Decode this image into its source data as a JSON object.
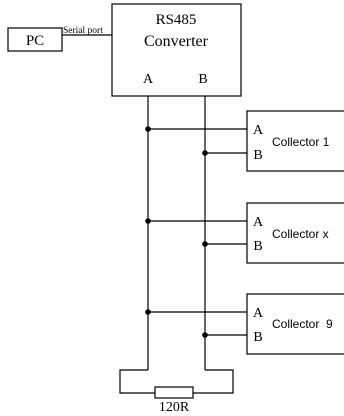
{
  "pc": {
    "label": "PC"
  },
  "serial_link": {
    "label": "Serial port"
  },
  "converter": {
    "title": "RS485",
    "subtitle": "Converter",
    "pin_a": "A",
    "pin_b": "B"
  },
  "collectors": [
    {
      "name": "Collector 1",
      "pin_a": "A",
      "pin_b": "B"
    },
    {
      "name": "Collector x",
      "pin_a": "A",
      "pin_b": "B"
    },
    {
      "name": "Collector  9",
      "pin_a": "A",
      "pin_b": "B"
    }
  ],
  "terminator": {
    "label": "120R"
  }
}
